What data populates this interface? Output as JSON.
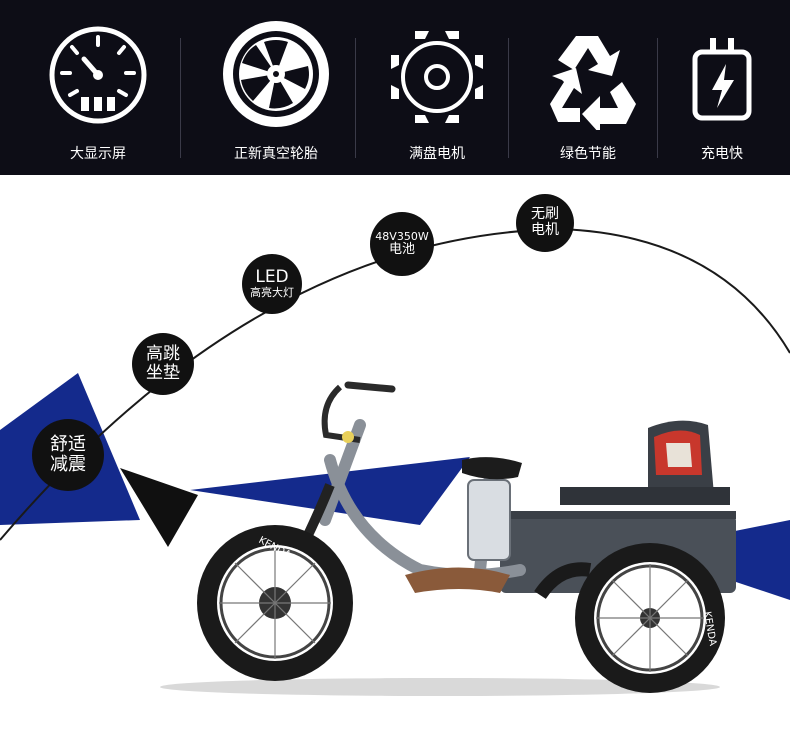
{
  "features": [
    {
      "icon": "speedometer-icon",
      "label": "大显示屏"
    },
    {
      "icon": "wheel-icon",
      "label": "正新真空轮胎"
    },
    {
      "icon": "motor-icon",
      "label": "满盘电机"
    },
    {
      "icon": "recycle-icon",
      "label": "绿色节能"
    },
    {
      "icon": "battery-charge-icon",
      "label": "充电快"
    }
  ],
  "bubbles": [
    {
      "line1": "舒适",
      "line2": "减震"
    },
    {
      "line1": "高跳",
      "line2": "坐垫"
    },
    {
      "line1": "LED",
      "line2": "高亮大灯"
    },
    {
      "line1": "48V350W",
      "line2": "电池"
    },
    {
      "line1": "无刷",
      "line2": "电机"
    }
  ],
  "brand": {
    "tire_text": "KENDA"
  },
  "colors": {
    "band": "#0d0d16",
    "accent_blue": "#142a8c",
    "seat_red": "#c8372c",
    "frame": "#8a9098"
  }
}
